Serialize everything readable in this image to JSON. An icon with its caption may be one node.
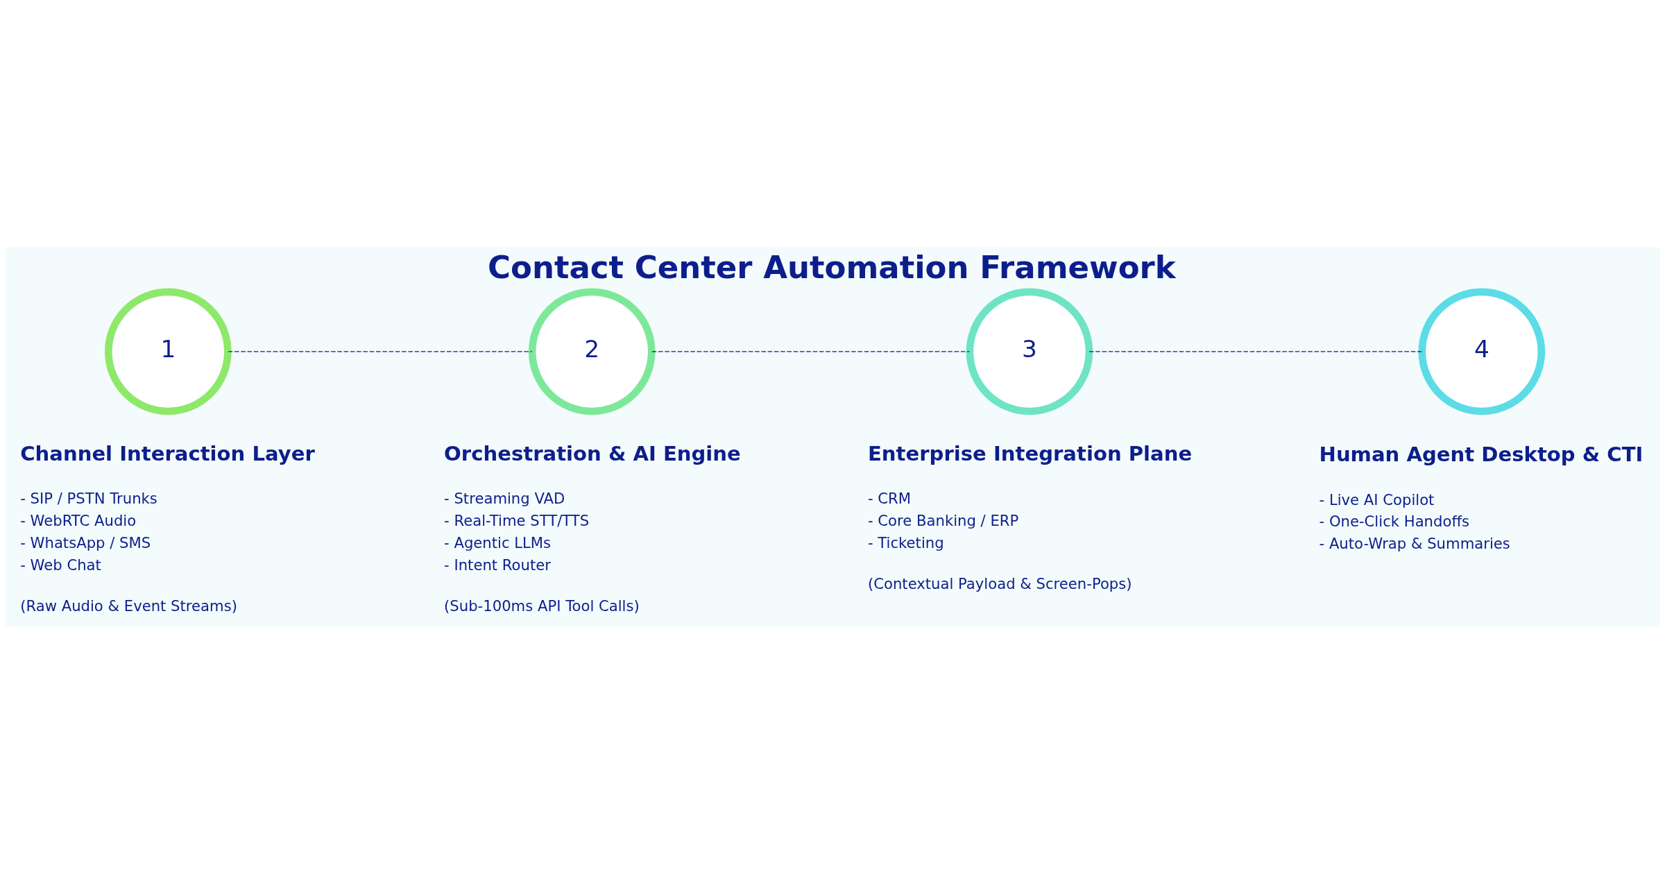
{
  "diagram": {
    "title": "Contact Center Automation Framework",
    "nodes": [
      {
        "text": [
          "1"
        ],
        "beside": [
          "Channel Interaction Layer",
          "- SIP / PSTN Trunks",
          "- WebRTC Audio",
          "- WhatsApp / SMS",
          "- Web Chat",
          "(Raw Audio & Event Streams)"
        ]
      },
      {
        "text": [
          "2"
        ],
        "beside": [
          "Orchestration & AI Engine",
          "- Streaming VAD",
          "- Real-Time STT/TTS",
          "- Agentic LLMs",
          "- Intent Router",
          "(Sub-100ms API Tool Calls)"
        ]
      },
      {
        "text": [
          "3"
        ],
        "beside": [
          "Enterprise Integration Plane",
          "- CRM",
          "- Core Banking / ERP",
          "- Ticketing",
          "(Contextual Payload & Screen-Pops)"
        ]
      },
      {
        "text": [
          "4"
        ],
        "beside": [
          "Human Agent Desktop & CTI",
          "- Live AI Copilot",
          "- One-Click Handoffs",
          "- Auto-Wrap & Summaries"
        ]
      }
    ],
    "edges": [
      {
        "from": 0,
        "to": 1,
        "arrow": "none",
        "style": "dashed"
      },
      {
        "from": 1,
        "to": 2,
        "arrow": "none",
        "style": "dashed"
      },
      {
        "from": 2,
        "to": 3,
        "arrow": "none",
        "style": "dashed"
      }
    ]
  }
}
